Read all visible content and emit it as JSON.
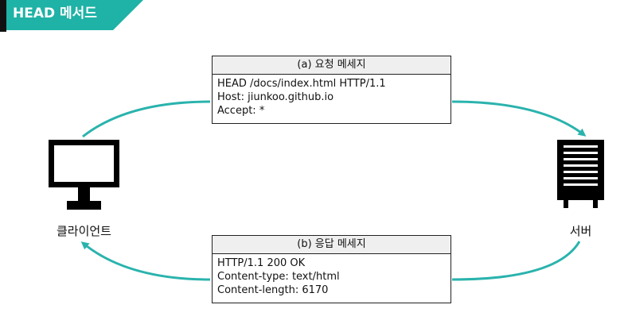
{
  "banner": {
    "title": "HEAD 메서드"
  },
  "colors": {
    "accent": "#1fb2a6",
    "arrow": "#2ab3ad",
    "ink": "#000000"
  },
  "client": {
    "label": "클라이언트",
    "icon": "monitor-icon"
  },
  "server": {
    "label": "서버",
    "icon": "server-icon"
  },
  "request": {
    "title": "(a) 요청 메세지",
    "lines": [
      "HEAD /docs/index.html HTTP/1.1",
      "Host: jiunkoo.github.io",
      "Accept: *"
    ]
  },
  "response": {
    "title": "(b) 응답 메세지",
    "lines": [
      "HTTP/1.1 200 OK",
      "Content-type: text/html",
      "Content-length: 6170"
    ]
  }
}
